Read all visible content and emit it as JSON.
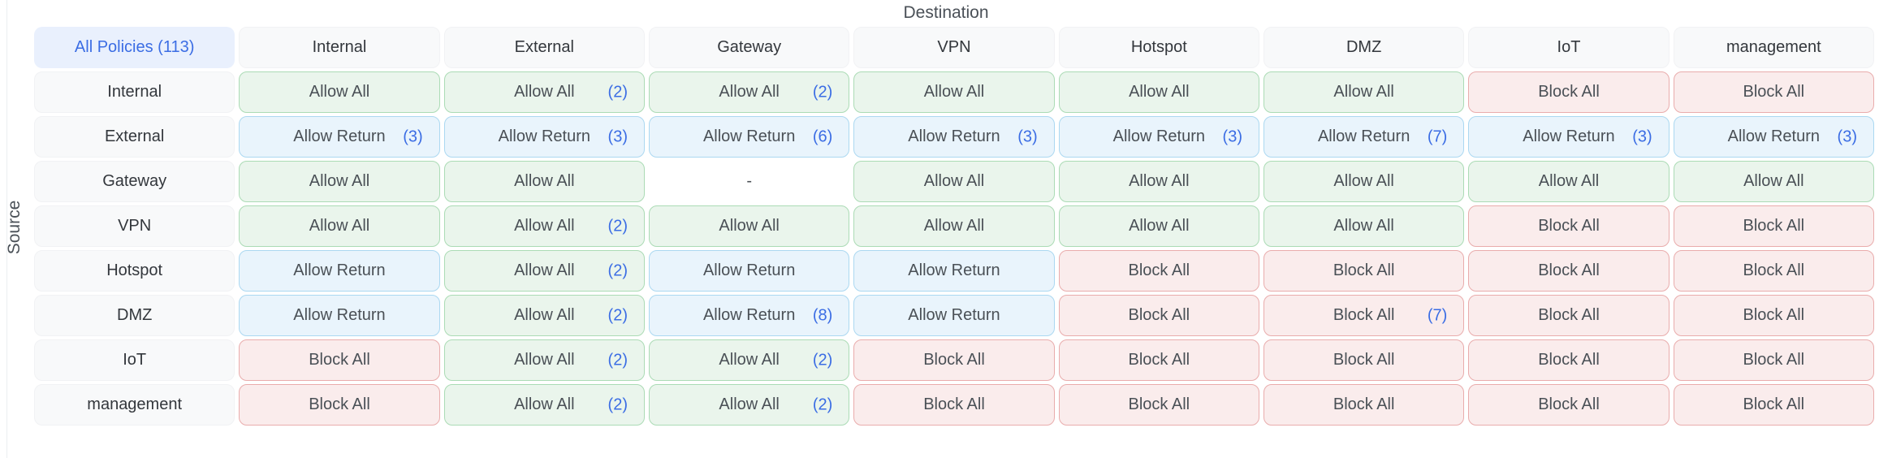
{
  "axes": {
    "destination_label": "Destination",
    "source_label": "Source"
  },
  "all_policies": {
    "label": "All Policies (113)",
    "count": 113
  },
  "zones": [
    "Internal",
    "External",
    "Gateway",
    "VPN",
    "Hotspot",
    "DMZ",
    "IoT",
    "management"
  ],
  "legend_kinds": {
    "allow": "Allow All",
    "return": "Allow Return",
    "block": "Block All",
    "none": "-"
  },
  "colors": {
    "allow_bg": "#eaf5ec",
    "allow_border": "#abdbb5",
    "return_bg": "#e9f4fc",
    "return_border": "#abd8f1",
    "block_bg": "#faecec",
    "block_border": "#e9acac",
    "count_text": "#3b6de4",
    "all_policies_bg": "#e9f0fd",
    "all_policies_text": "#3b6de4",
    "header_bg": "#f8f9fa",
    "cell_text": "#4a5056"
  },
  "chart_data": {
    "type": "table",
    "title": "Zone firewall policy matrix",
    "row_axis": "Source",
    "col_axis": "Destination",
    "columns": [
      "Internal",
      "External",
      "Gateway",
      "VPN",
      "Hotspot",
      "DMZ",
      "IoT",
      "management"
    ],
    "rows": [
      {
        "source": "Internal",
        "cells": [
          {
            "label": "Allow All",
            "count": "",
            "kind": "allow"
          },
          {
            "label": "Allow All",
            "count": "(2)",
            "kind": "allow"
          },
          {
            "label": "Allow All",
            "count": "(2)",
            "kind": "allow"
          },
          {
            "label": "Allow All",
            "count": "",
            "kind": "allow"
          },
          {
            "label": "Allow All",
            "count": "",
            "kind": "allow"
          },
          {
            "label": "Allow All",
            "count": "",
            "kind": "allow"
          },
          {
            "label": "Block All",
            "count": "",
            "kind": "block"
          },
          {
            "label": "Block All",
            "count": "",
            "kind": "block"
          }
        ]
      },
      {
        "source": "External",
        "cells": [
          {
            "label": "Allow Return",
            "count": "(3)",
            "kind": "return"
          },
          {
            "label": "Allow Return",
            "count": "(3)",
            "kind": "return"
          },
          {
            "label": "Allow Return",
            "count": "(6)",
            "kind": "return"
          },
          {
            "label": "Allow Return",
            "count": "(3)",
            "kind": "return"
          },
          {
            "label": "Allow Return",
            "count": "(3)",
            "kind": "return"
          },
          {
            "label": "Allow Return",
            "count": "(7)",
            "kind": "return"
          },
          {
            "label": "Allow Return",
            "count": "(3)",
            "kind": "return"
          },
          {
            "label": "Allow Return",
            "count": "(3)",
            "kind": "return"
          }
        ]
      },
      {
        "source": "Gateway",
        "cells": [
          {
            "label": "Allow All",
            "count": "",
            "kind": "allow"
          },
          {
            "label": "Allow All",
            "count": "",
            "kind": "allow"
          },
          {
            "label": "-",
            "count": "",
            "kind": "none"
          },
          {
            "label": "Allow All",
            "count": "",
            "kind": "allow"
          },
          {
            "label": "Allow All",
            "count": "",
            "kind": "allow"
          },
          {
            "label": "Allow All",
            "count": "",
            "kind": "allow"
          },
          {
            "label": "Allow All",
            "count": "",
            "kind": "allow"
          },
          {
            "label": "Allow All",
            "count": "",
            "kind": "allow"
          }
        ]
      },
      {
        "source": "VPN",
        "cells": [
          {
            "label": "Allow All",
            "count": "",
            "kind": "allow"
          },
          {
            "label": "Allow All",
            "count": "(2)",
            "kind": "allow"
          },
          {
            "label": "Allow All",
            "count": "",
            "kind": "allow"
          },
          {
            "label": "Allow All",
            "count": "",
            "kind": "allow"
          },
          {
            "label": "Allow All",
            "count": "",
            "kind": "allow"
          },
          {
            "label": "Allow All",
            "count": "",
            "kind": "allow"
          },
          {
            "label": "Block All",
            "count": "",
            "kind": "block"
          },
          {
            "label": "Block All",
            "count": "",
            "kind": "block"
          }
        ]
      },
      {
        "source": "Hotspot",
        "cells": [
          {
            "label": "Allow Return",
            "count": "",
            "kind": "return"
          },
          {
            "label": "Allow All",
            "count": "(2)",
            "kind": "allow"
          },
          {
            "label": "Allow Return",
            "count": "",
            "kind": "return"
          },
          {
            "label": "Allow Return",
            "count": "",
            "kind": "return"
          },
          {
            "label": "Block All",
            "count": "",
            "kind": "block"
          },
          {
            "label": "Block All",
            "count": "",
            "kind": "block"
          },
          {
            "label": "Block All",
            "count": "",
            "kind": "block"
          },
          {
            "label": "Block All",
            "count": "",
            "kind": "block"
          }
        ]
      },
      {
        "source": "DMZ",
        "cells": [
          {
            "label": "Allow Return",
            "count": "",
            "kind": "return"
          },
          {
            "label": "Allow All",
            "count": "(2)",
            "kind": "allow"
          },
          {
            "label": "Allow Return",
            "count": "(8)",
            "kind": "return"
          },
          {
            "label": "Allow Return",
            "count": "",
            "kind": "return"
          },
          {
            "label": "Block All",
            "count": "",
            "kind": "block"
          },
          {
            "label": "Block All",
            "count": "(7)",
            "kind": "block"
          },
          {
            "label": "Block All",
            "count": "",
            "kind": "block"
          },
          {
            "label": "Block All",
            "count": "",
            "kind": "block"
          }
        ]
      },
      {
        "source": "IoT",
        "cells": [
          {
            "label": "Block All",
            "count": "",
            "kind": "block"
          },
          {
            "label": "Allow All",
            "count": "(2)",
            "kind": "allow"
          },
          {
            "label": "Allow All",
            "count": "(2)",
            "kind": "allow"
          },
          {
            "label": "Block All",
            "count": "",
            "kind": "block"
          },
          {
            "label": "Block All",
            "count": "",
            "kind": "block"
          },
          {
            "label": "Block All",
            "count": "",
            "kind": "block"
          },
          {
            "label": "Block All",
            "count": "",
            "kind": "block"
          },
          {
            "label": "Block All",
            "count": "",
            "kind": "block"
          }
        ]
      },
      {
        "source": "management",
        "cells": [
          {
            "label": "Block All",
            "count": "",
            "kind": "block"
          },
          {
            "label": "Allow All",
            "count": "(2)",
            "kind": "allow"
          },
          {
            "label": "Allow All",
            "count": "(2)",
            "kind": "allow"
          },
          {
            "label": "Block All",
            "count": "",
            "kind": "block"
          },
          {
            "label": "Block All",
            "count": "",
            "kind": "block"
          },
          {
            "label": "Block All",
            "count": "",
            "kind": "block"
          },
          {
            "label": "Block All",
            "count": "",
            "kind": "block"
          },
          {
            "label": "Block All",
            "count": "",
            "kind": "block"
          }
        ]
      }
    ]
  }
}
